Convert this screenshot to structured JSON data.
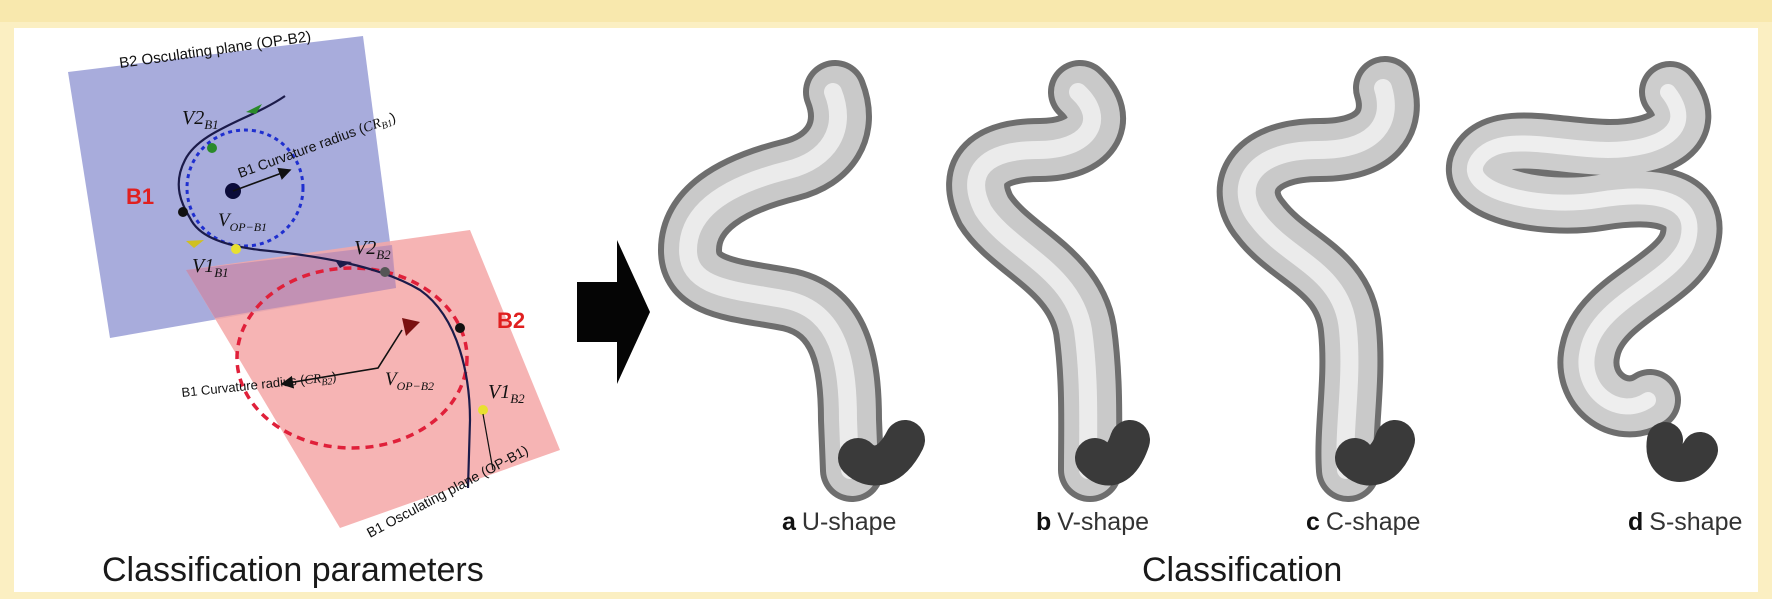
{
  "left_panel": {
    "caption": "Classification parameters",
    "plane_top_label": "B2 Osculating plane (OP-B2)",
    "plane_bottom_label": "B1 Osculating plane (OP-B1)",
    "b1_label": "B1",
    "b2_label": "B2",
    "b1_radius_label": "B1 Curvature radius (",
    "b1_radius_sym": "CR",
    "b1_radius_sub": "B1",
    "b2_radius_label": "B1 Curvature radius (",
    "b2_radius_sym": "CR",
    "b2_radius_sub": "B2",
    "v2b1": {
      "sym": "V2",
      "sub": "B1"
    },
    "v1b1": {
      "sym": "V1",
      "sub": "B1"
    },
    "v2b2": {
      "sym": "V2",
      "sub": "B2"
    },
    "v1b2": {
      "sym": "V1",
      "sub": "B2"
    },
    "vopb1": {
      "sym": "V",
      "sub": "OP−B1"
    },
    "vopb2": {
      "sym": "V",
      "sub": "OP−B2"
    }
  },
  "right_panel": {
    "caption": "Classification",
    "shapes": [
      {
        "letter": "a",
        "name": "U-shape"
      },
      {
        "letter": "b",
        "name": "V-shape"
      },
      {
        "letter": "c",
        "name": "C-shape"
      },
      {
        "letter": "d",
        "name": "S-shape"
      }
    ]
  },
  "colors": {
    "background": "#fbefc2",
    "plane_blue": "#9ea3d8",
    "plane_red": "#f4a7a7",
    "label_red": "#e02020",
    "circle_blue": "#1f2fcf",
    "circle_red": "#e0203a"
  }
}
